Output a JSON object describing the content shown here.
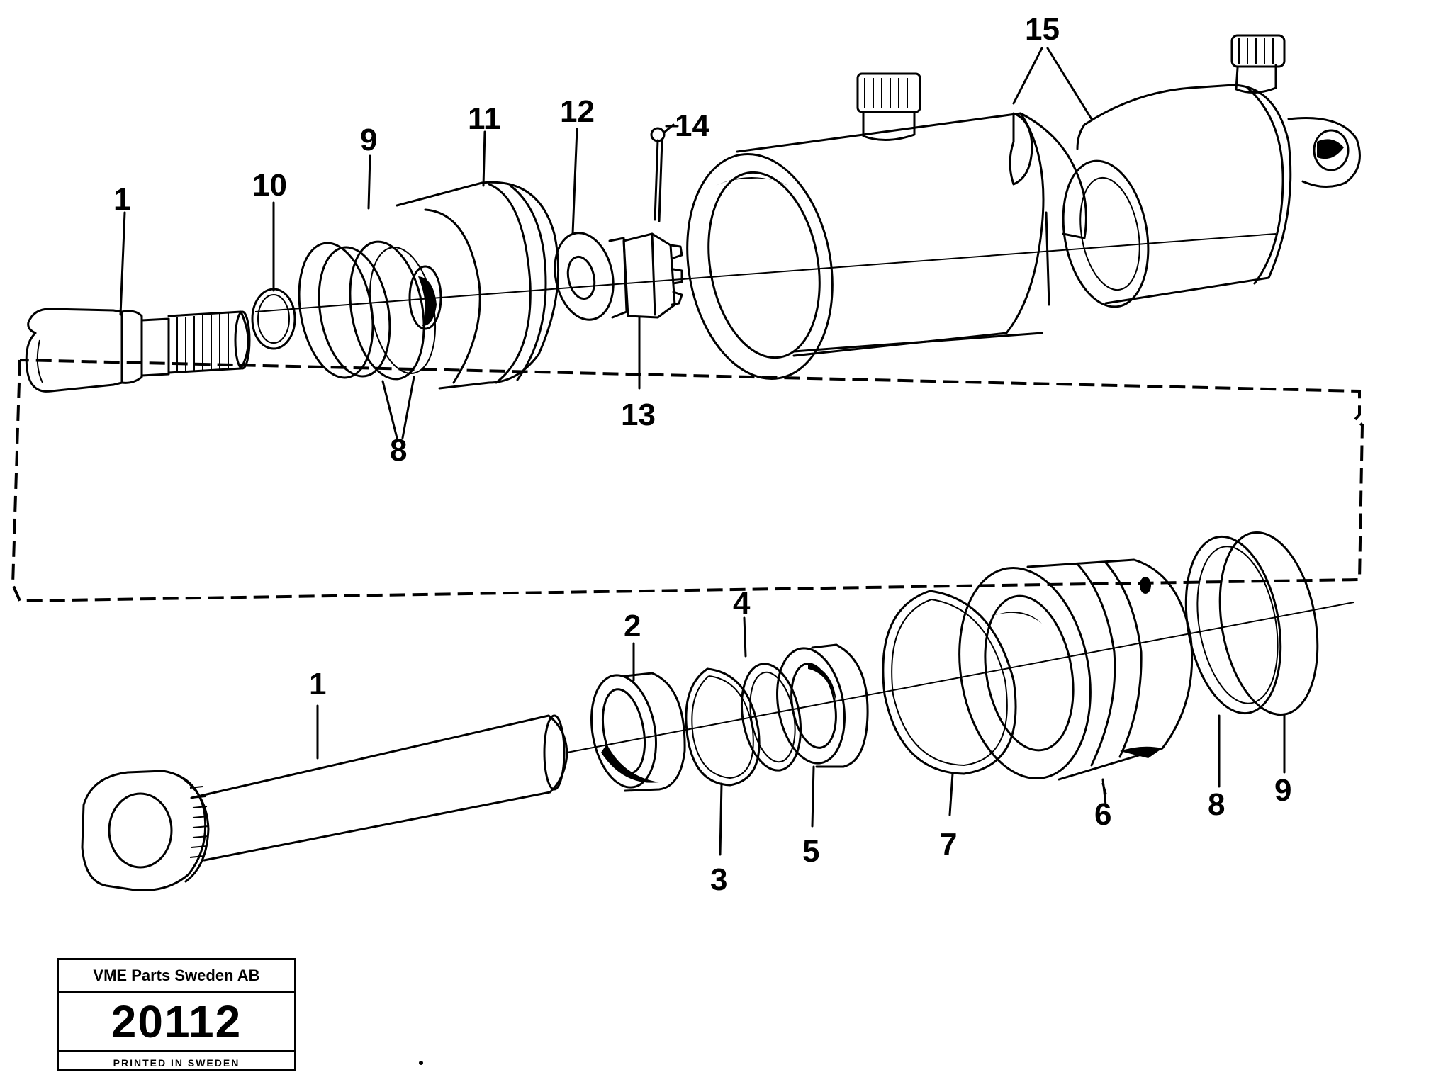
{
  "callouts": {
    "top_rod": "1",
    "bottom_rod": "1",
    "gland": "2",
    "snap_ring_small": "3",
    "backup_ring": "4",
    "wiper_seal": "5",
    "guide": "6",
    "lock_ring_large": "7",
    "o_ring_pair_top": "8",
    "o_ring_bottom": "8",
    "seal_ring_top": "9",
    "seal_ring_bottom": "9",
    "o_ring_small": "10",
    "piston": "11",
    "washer": "12",
    "castle_nut": "13",
    "cotter_pin": "14",
    "cylinder_tube": "15"
  },
  "stamp": {
    "company": "VME Parts Sweden AB",
    "number": "20112",
    "printed": "PRINTED IN SWEDEN"
  }
}
